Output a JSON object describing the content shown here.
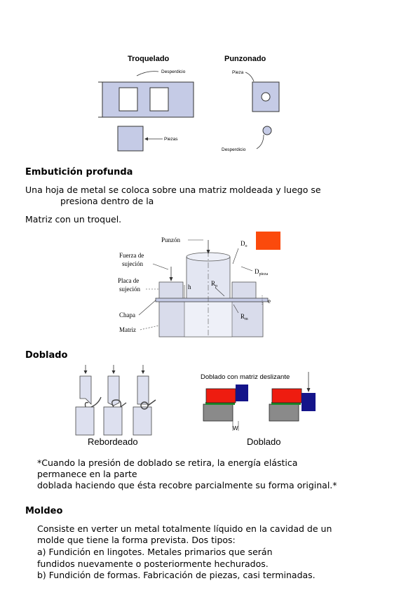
{
  "fig1": {
    "troquelado_title": "Troquelado",
    "punzonado_title": "Punzonado",
    "desperdicio_label": "Desperdicio",
    "piezas_label": "Piezas",
    "pieza_label": "Pieza",
    "desperdicio_label_2": "Desperdicio"
  },
  "embuticion": {
    "heading": "Embutición profunda",
    "line1": "Una hoja de metal se coloca sobre una matriz moldeada y luego se",
    "line2": "presiona dentro de la",
    "line3": "Matriz con un troquel."
  },
  "fig2": {
    "punzon": "Punzón",
    "fuerza_1": "Fuerza de",
    "fuerza_2": "sujeción",
    "placa_1": "Placa de",
    "placa_2": "sujeción",
    "chapa": "Chapa",
    "matriz": "Matriz",
    "h": "h",
    "rp": "R",
    "rp_sub": "p",
    "rm": "R",
    "rm_sub": "m",
    "d0": "D",
    "d0_sub": "o",
    "dpieza": "D",
    "dpieza_sub": "pieza",
    "e": "e",
    "swatch_color": "#fb4a0c"
  },
  "doblado": {
    "heading": "Doblado",
    "rebordeado_label": "Rebordeado",
    "doblado_title": "Doblado con matriz deslizante",
    "doblado_label": "Doblado",
    "w_label": "W",
    "note_line1": "*Cuando la presión de doblado se retira, la energía elástica",
    "note_line2": "permanece en la parte",
    "note_line3": "doblada haciendo que ésta recobre parcialmente su forma original.*",
    "colors": {
      "red": "#ee1c10",
      "navy": "#14148a",
      "gray": "#8a8a8a",
      "green": "#1a8a2a"
    }
  },
  "moldeo": {
    "heading": "Moldeo",
    "line1": "Consiste en verter un metal totalmente líquido en la cavidad de un",
    "line2": "molde que tiene la forma prevista. Dos tipos:",
    "line3": "a) Fundición en lingotes. Metales primarios que serán",
    "line4": "fundidos nuevamente o posteriormente hechurados.",
    "line5": "b) Fundición de formas. Fabricación de piezas, casi terminadas."
  }
}
